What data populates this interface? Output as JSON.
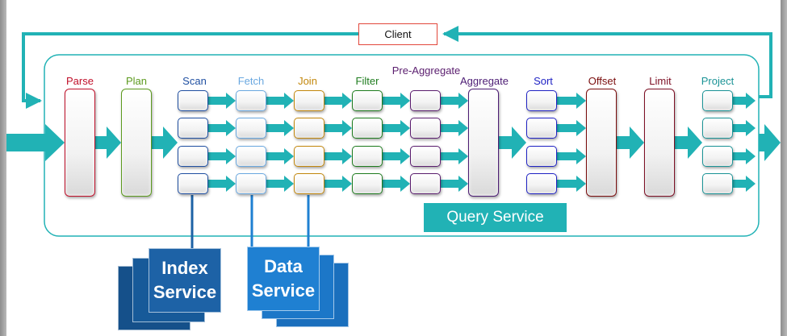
{
  "client_label": "Client",
  "query_service_label": "Query Service",
  "index_service": {
    "line1": "Index",
    "line2": "Service"
  },
  "data_service": {
    "line1": "Data",
    "line2": "Service"
  },
  "stages": [
    {
      "key": "parse",
      "label": "Parse",
      "color": "#c0102a"
    },
    {
      "key": "plan",
      "label": "Plan",
      "color": "#5c9a1e"
    },
    {
      "key": "scan",
      "label": "Scan",
      "color": "#1f4fa1"
    },
    {
      "key": "fetch",
      "label": "Fetch",
      "color": "#6aa8e0"
    },
    {
      "key": "join",
      "label": "Join",
      "color": "#c2870c"
    },
    {
      "key": "filter",
      "label": "Filter",
      "color": "#1e7c1e"
    },
    {
      "key": "pre-aggregate",
      "label": "Pre-Aggregate",
      "color": "#5a1d6e"
    },
    {
      "key": "aggregate",
      "label": "Aggregate",
      "color": "#4c1c74"
    },
    {
      "key": "sort",
      "label": "Sort",
      "color": "#1f22c4"
    },
    {
      "key": "offset",
      "label": "Offset",
      "color": "#7a0d0d"
    },
    {
      "key": "limit",
      "label": "Limit",
      "color": "#7d0f24"
    },
    {
      "key": "project",
      "label": "Project",
      "color": "#1a9396"
    }
  ],
  "colors": {
    "teal": "#21b2b5",
    "index_service_blue": "#1d62a6",
    "data_service_blue": "#1f80d2",
    "client_border": "#e2473b"
  }
}
